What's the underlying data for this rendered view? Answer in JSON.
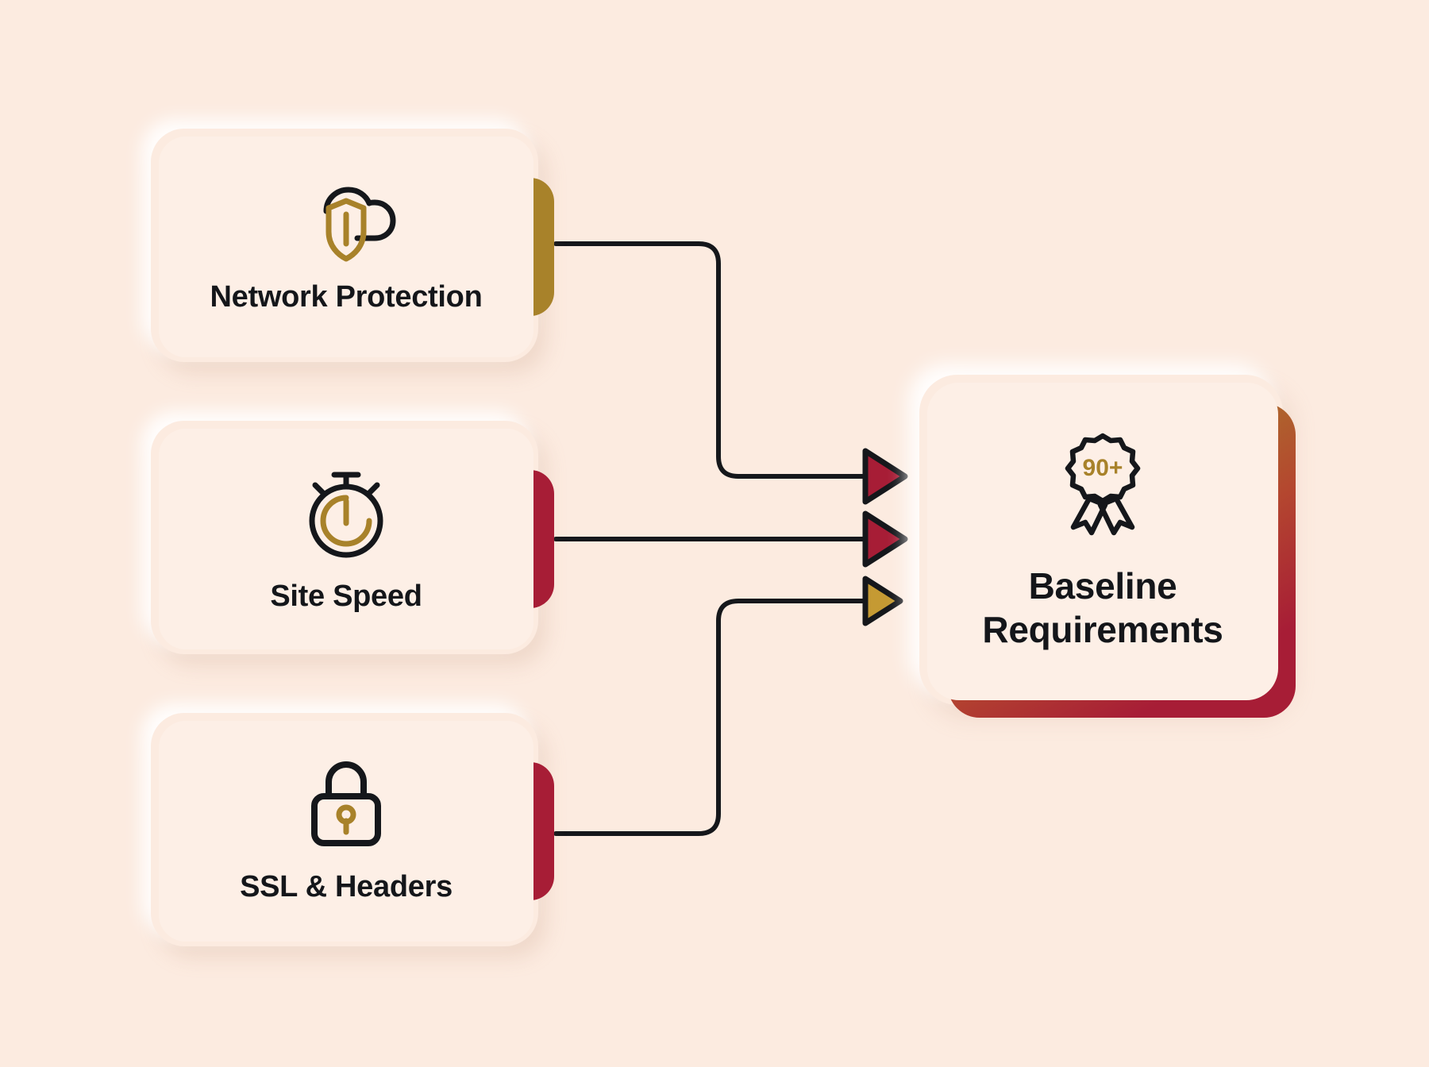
{
  "diagram": {
    "title": "Baseline Requirements flow",
    "background_color": "#FCEBE0",
    "card_fill_color": "#FDEFE6",
    "gold_color": "#A8822A",
    "crimson_color": "#A71D36",
    "ink_color": "#14161A"
  },
  "sources": [
    {
      "id": "network-protection",
      "label": "Network Protection",
      "icon": "shield-cloud-icon",
      "accent_color": "#A8822A",
      "arrow_color": "#A71D36"
    },
    {
      "id": "site-speed",
      "label": "Site Speed",
      "icon": "stopwatch-icon",
      "accent_color": "#A71D36",
      "arrow_color": "#A71D36"
    },
    {
      "id": "ssl-headers",
      "label": "SSL & Headers",
      "icon": "lock-icon",
      "accent_color": "#A71D36",
      "arrow_color": "#A8822A"
    }
  ],
  "target": {
    "id": "baseline-requirements",
    "label": "Baseline\nRequirements",
    "label_line1": "Baseline",
    "label_line2": "Requirements",
    "icon": "award-rosette-icon",
    "badge_value": "90+",
    "badge_color": "#A8822A",
    "accent_gradient_from": "#A8822A",
    "accent_gradient_to": "#A71D36"
  }
}
